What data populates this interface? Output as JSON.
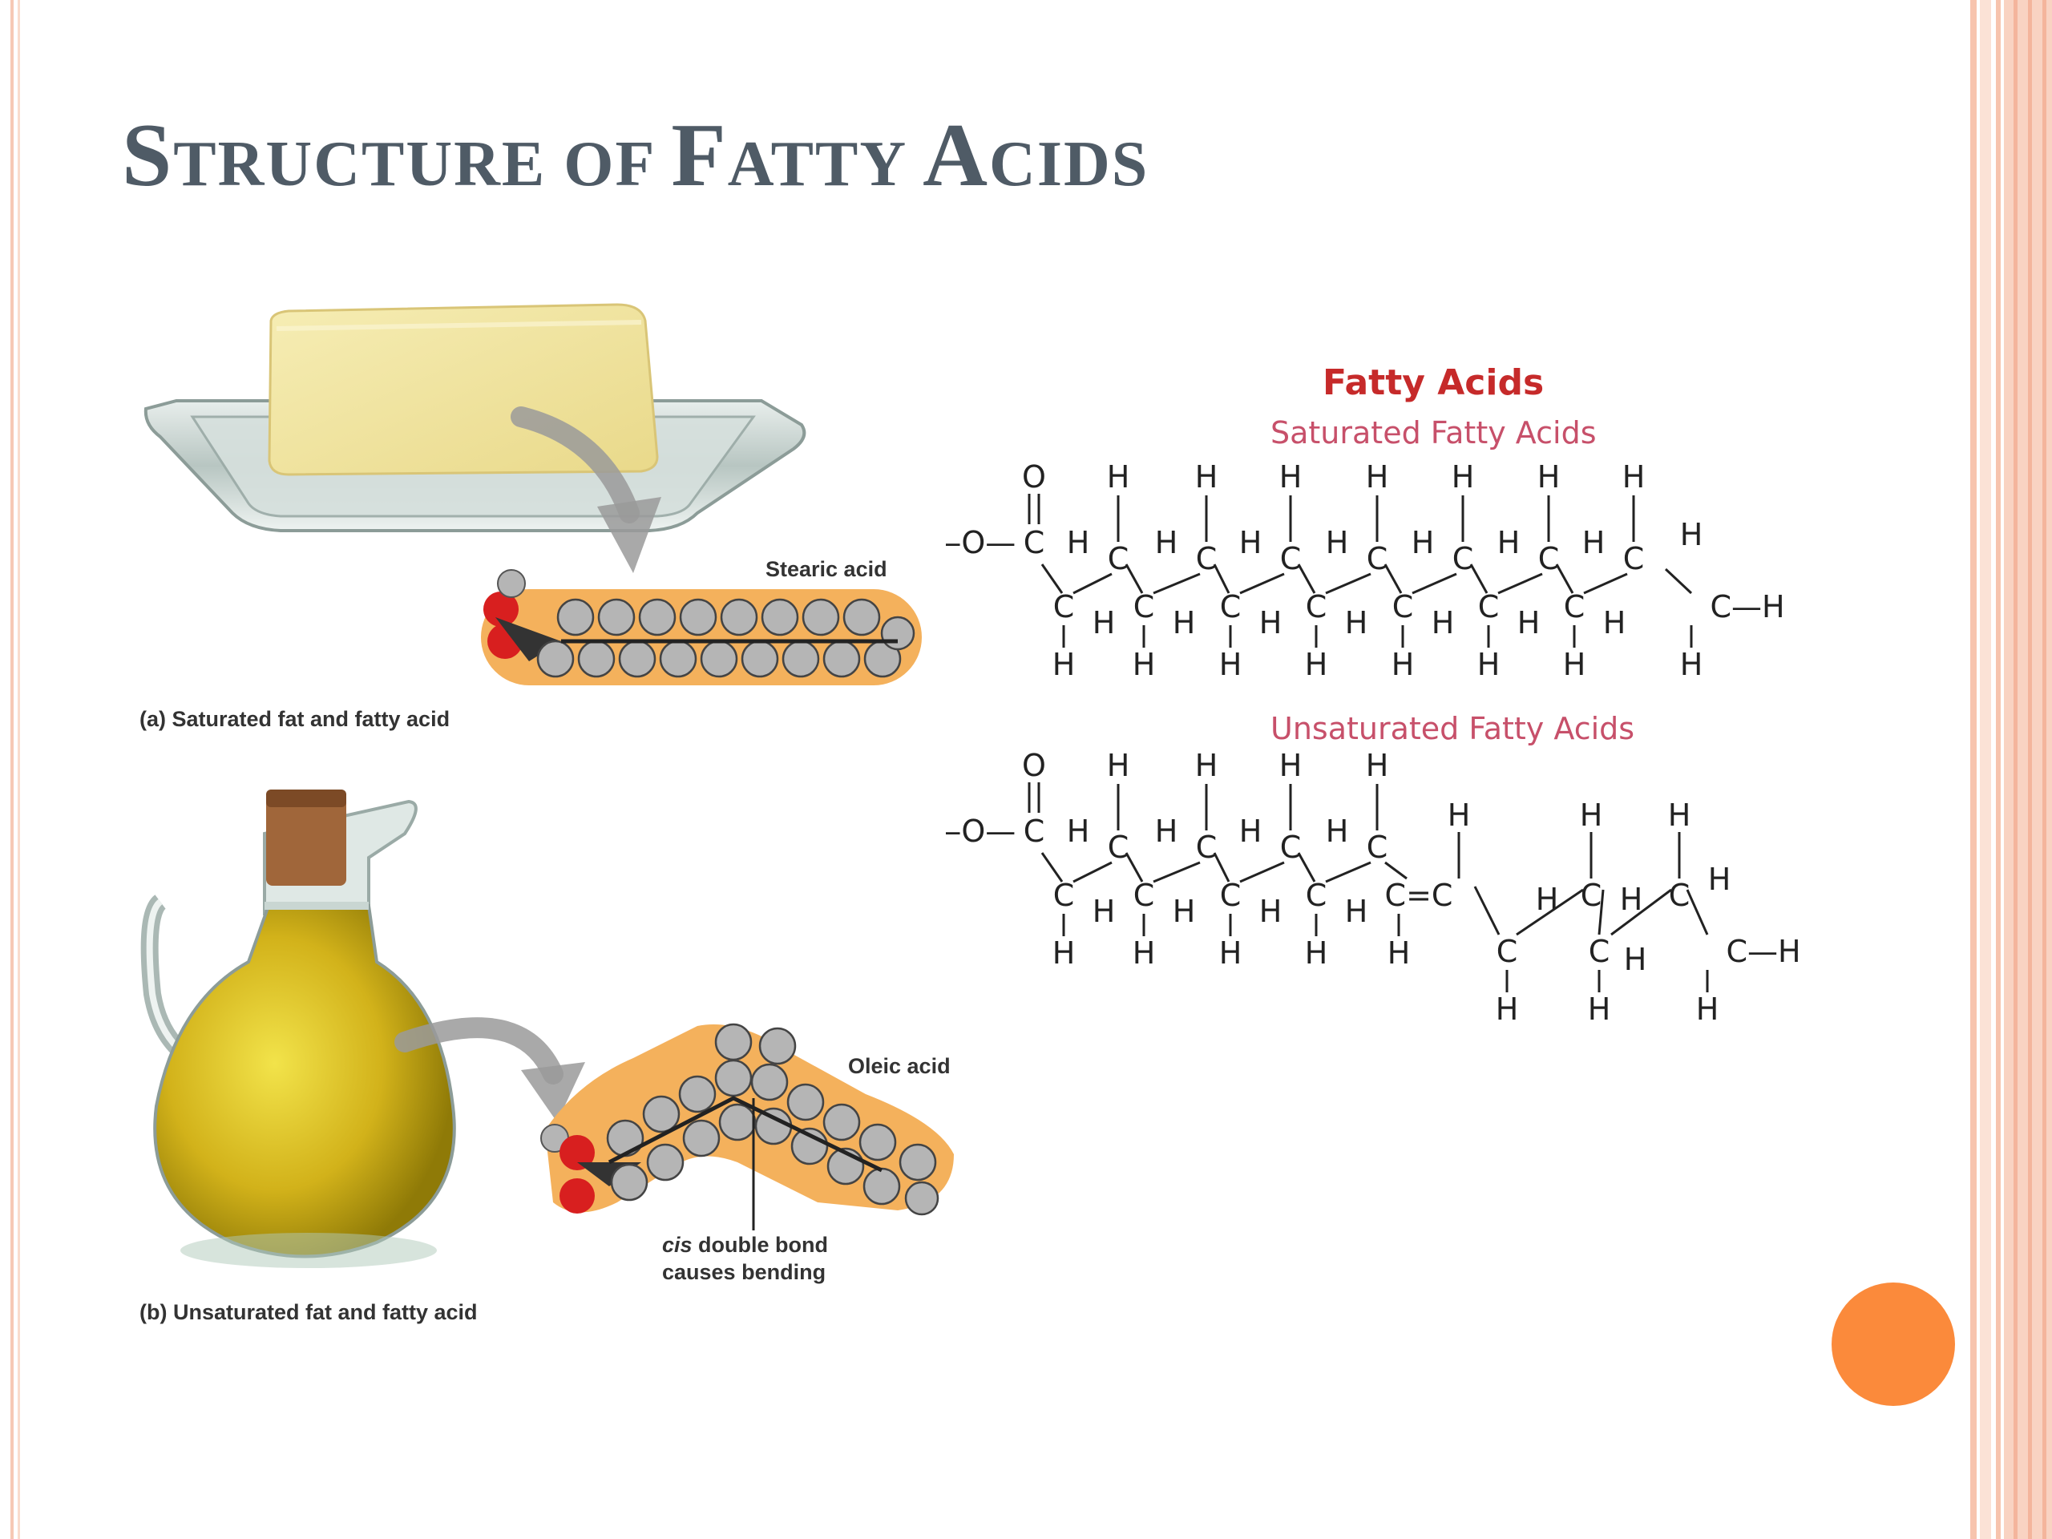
{
  "slide": {
    "title_parts": [
      {
        "text": "S",
        "style": "cap"
      },
      {
        "text": "TRUCTURE ",
        "style": "sc"
      },
      {
        "text": "OF ",
        "style": "sc"
      },
      {
        "text": "F",
        "style": "cap"
      },
      {
        "text": "ATTY ",
        "style": "sc"
      },
      {
        "text": "A",
        "style": "cap"
      },
      {
        "text": "CIDS",
        "style": "sc"
      }
    ],
    "colors": {
      "title": "#4f5b66",
      "border": "#f6c9b5",
      "accent": "#fb8a3b",
      "heading_red": "#c62a2a",
      "subheading_pink": "#c7506a",
      "mol_hull": "#f4b15c",
      "mol_atom": "#b5b5b5",
      "mol_oxygen": "#d81f1f"
    }
  },
  "illustration": {
    "saturated": {
      "molecule_label": "Stearic acid",
      "caption": "(a) Saturated fat and fatty acid"
    },
    "unsaturated": {
      "molecule_label": "Oleic acid",
      "bond_note_em": "cis",
      "bond_note_rest": " double bond",
      "bond_note_line2": "causes bending",
      "caption": "(b) Unsaturated fat and fatty acid"
    }
  },
  "diagram": {
    "heading": "Fatty Acids",
    "saturated_heading": "Saturated Fatty Acids",
    "unsaturated_heading": "Unsaturated Fatty Acids",
    "head_group": "H—O—",
    "tail_group": "C—H",
    "double_bond": "C=C",
    "atoms": {
      "carbon": "C",
      "hydrogen": "H",
      "oxygen": "O"
    }
  }
}
